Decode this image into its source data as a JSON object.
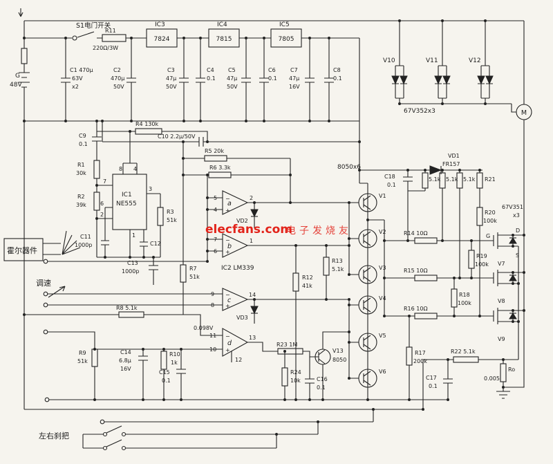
{
  "colors": {
    "ink": "#1c1c1c",
    "paper": "#f6f4ee",
    "watermark_red": "#e2231a"
  },
  "watermark": {
    "site": "elecfans.com",
    "cn": "电子发烧友"
  },
  "labels": {
    "s1": "S1电门开关",
    "g": "G",
    "gv": "48V",
    "c1a": "C1 470μ",
    "c1b": "63V",
    "c1c": "x2",
    "r11": "R11",
    "r11v": "220Ω/3W",
    "ic3": "IC3",
    "ic3p": "7824",
    "ic4": "IC4",
    "ic4p": "7815",
    "ic5": "IC5",
    "ic5p": "7805",
    "c2a": "C2",
    "c2b": "470μ",
    "c2c": "50V",
    "c3a": "C3",
    "c3b": "47μ",
    "c3c": "50V",
    "c4a": "C4",
    "c4b": "0.1",
    "c5a": "C5",
    "c5b": "47μ",
    "c5c": "50V",
    "c6a": "C6",
    "c6b": "0.1",
    "c7a": "C7",
    "c7b": "47μ",
    "c7c": "16V",
    "c8a": "C8",
    "c8b": "0.1",
    "v10": "V10",
    "v11": "V11",
    "v12": "V12",
    "d3x": "67V352x3",
    "m": "M",
    "r4": "R4 130k",
    "c9a": "C9",
    "c9b": "0.1",
    "c10": "C10 2.2μ/50V",
    "r5": "R5 20k",
    "r6": "R6 3.3k",
    "r1a": "R1",
    "r1b": "30k",
    "r2a": "R2",
    "r2b": "39k",
    "ic1a": "IC1",
    "ic1b": "NE555",
    "r3a": "R3",
    "r3b": "51k",
    "c11a": "C11",
    "c11b": "1000p",
    "c12": "C12",
    "c13a": "C13",
    "c13b": "1000p",
    "vd2": "VD2",
    "vd3": "VD3",
    "vd1": "VD1",
    "fr157": "FR157",
    "ic2": "IC2 LM339",
    "oa": "a",
    "ob": "b",
    "oc": "c",
    "od": "d",
    "plus": "+",
    "minus": "−",
    "r7a": "R7",
    "r7b": "51k",
    "r8": "R8 5.1k",
    "vref": "0.098V",
    "r9a": "R9",
    "r9b": "51k",
    "r10a": "R10",
    "r10b": "1k",
    "c14a": "C14",
    "c14b": "6.8μ",
    "c14c": "16V",
    "c15a": "C15",
    "c15b": "0.1",
    "r23": "R23 1M",
    "v13": "V13",
    "v13p": "8050",
    "r24a": "R24",
    "r24b": "10k",
    "c16a": "C16",
    "c16b": "0.1",
    "bank": "8050x6",
    "v1": "V1",
    "v2": "V2",
    "v3": "V3",
    "v4": "V4",
    "v5": "V5",
    "v6": "V6",
    "r12a": "R12",
    "r12b": "41k",
    "r13a": "R13",
    "r13b": "5.1k",
    "c18a": "C18",
    "c18b": "0.1",
    "rg": "5.1k",
    "r21": "R21",
    "r20a": "R20",
    "r20b": "100k",
    "r14": "R14 10Ω",
    "r15": "R15 10Ω",
    "r16": "R16 10Ω",
    "r19a": "R19",
    "r19b": "100k",
    "r18a": "R18",
    "r18b": "100k",
    "r17a": "R17",
    "r17b": "200k",
    "r22": "R22 5.1k",
    "c17a": "C17",
    "c17b": "0.1",
    "roa": "Ro",
    "rob": "0.005",
    "mosx": "67V351",
    "mosx3": "x3",
    "td": "D",
    "tg": "G",
    "ts": "S",
    "v7": "V7",
    "v8": "V8",
    "v9": "V9",
    "hall": "霍尔器件",
    "throttle": "调速",
    "brake": "左右刹把"
  },
  "pins": {
    "n8": "8",
    "n4": "4",
    "n7": "7",
    "n3": "3",
    "n6": "6",
    "n2": "2",
    "n1": "1",
    "a5": "5",
    "a4": "4",
    "a2": "2",
    "b7": "7",
    "b6": "6",
    "b1": "1",
    "c9": "9",
    "c8": "8",
    "c14": "14",
    "d11": "11",
    "d10": "10",
    "d13": "13",
    "d12": "12"
  }
}
